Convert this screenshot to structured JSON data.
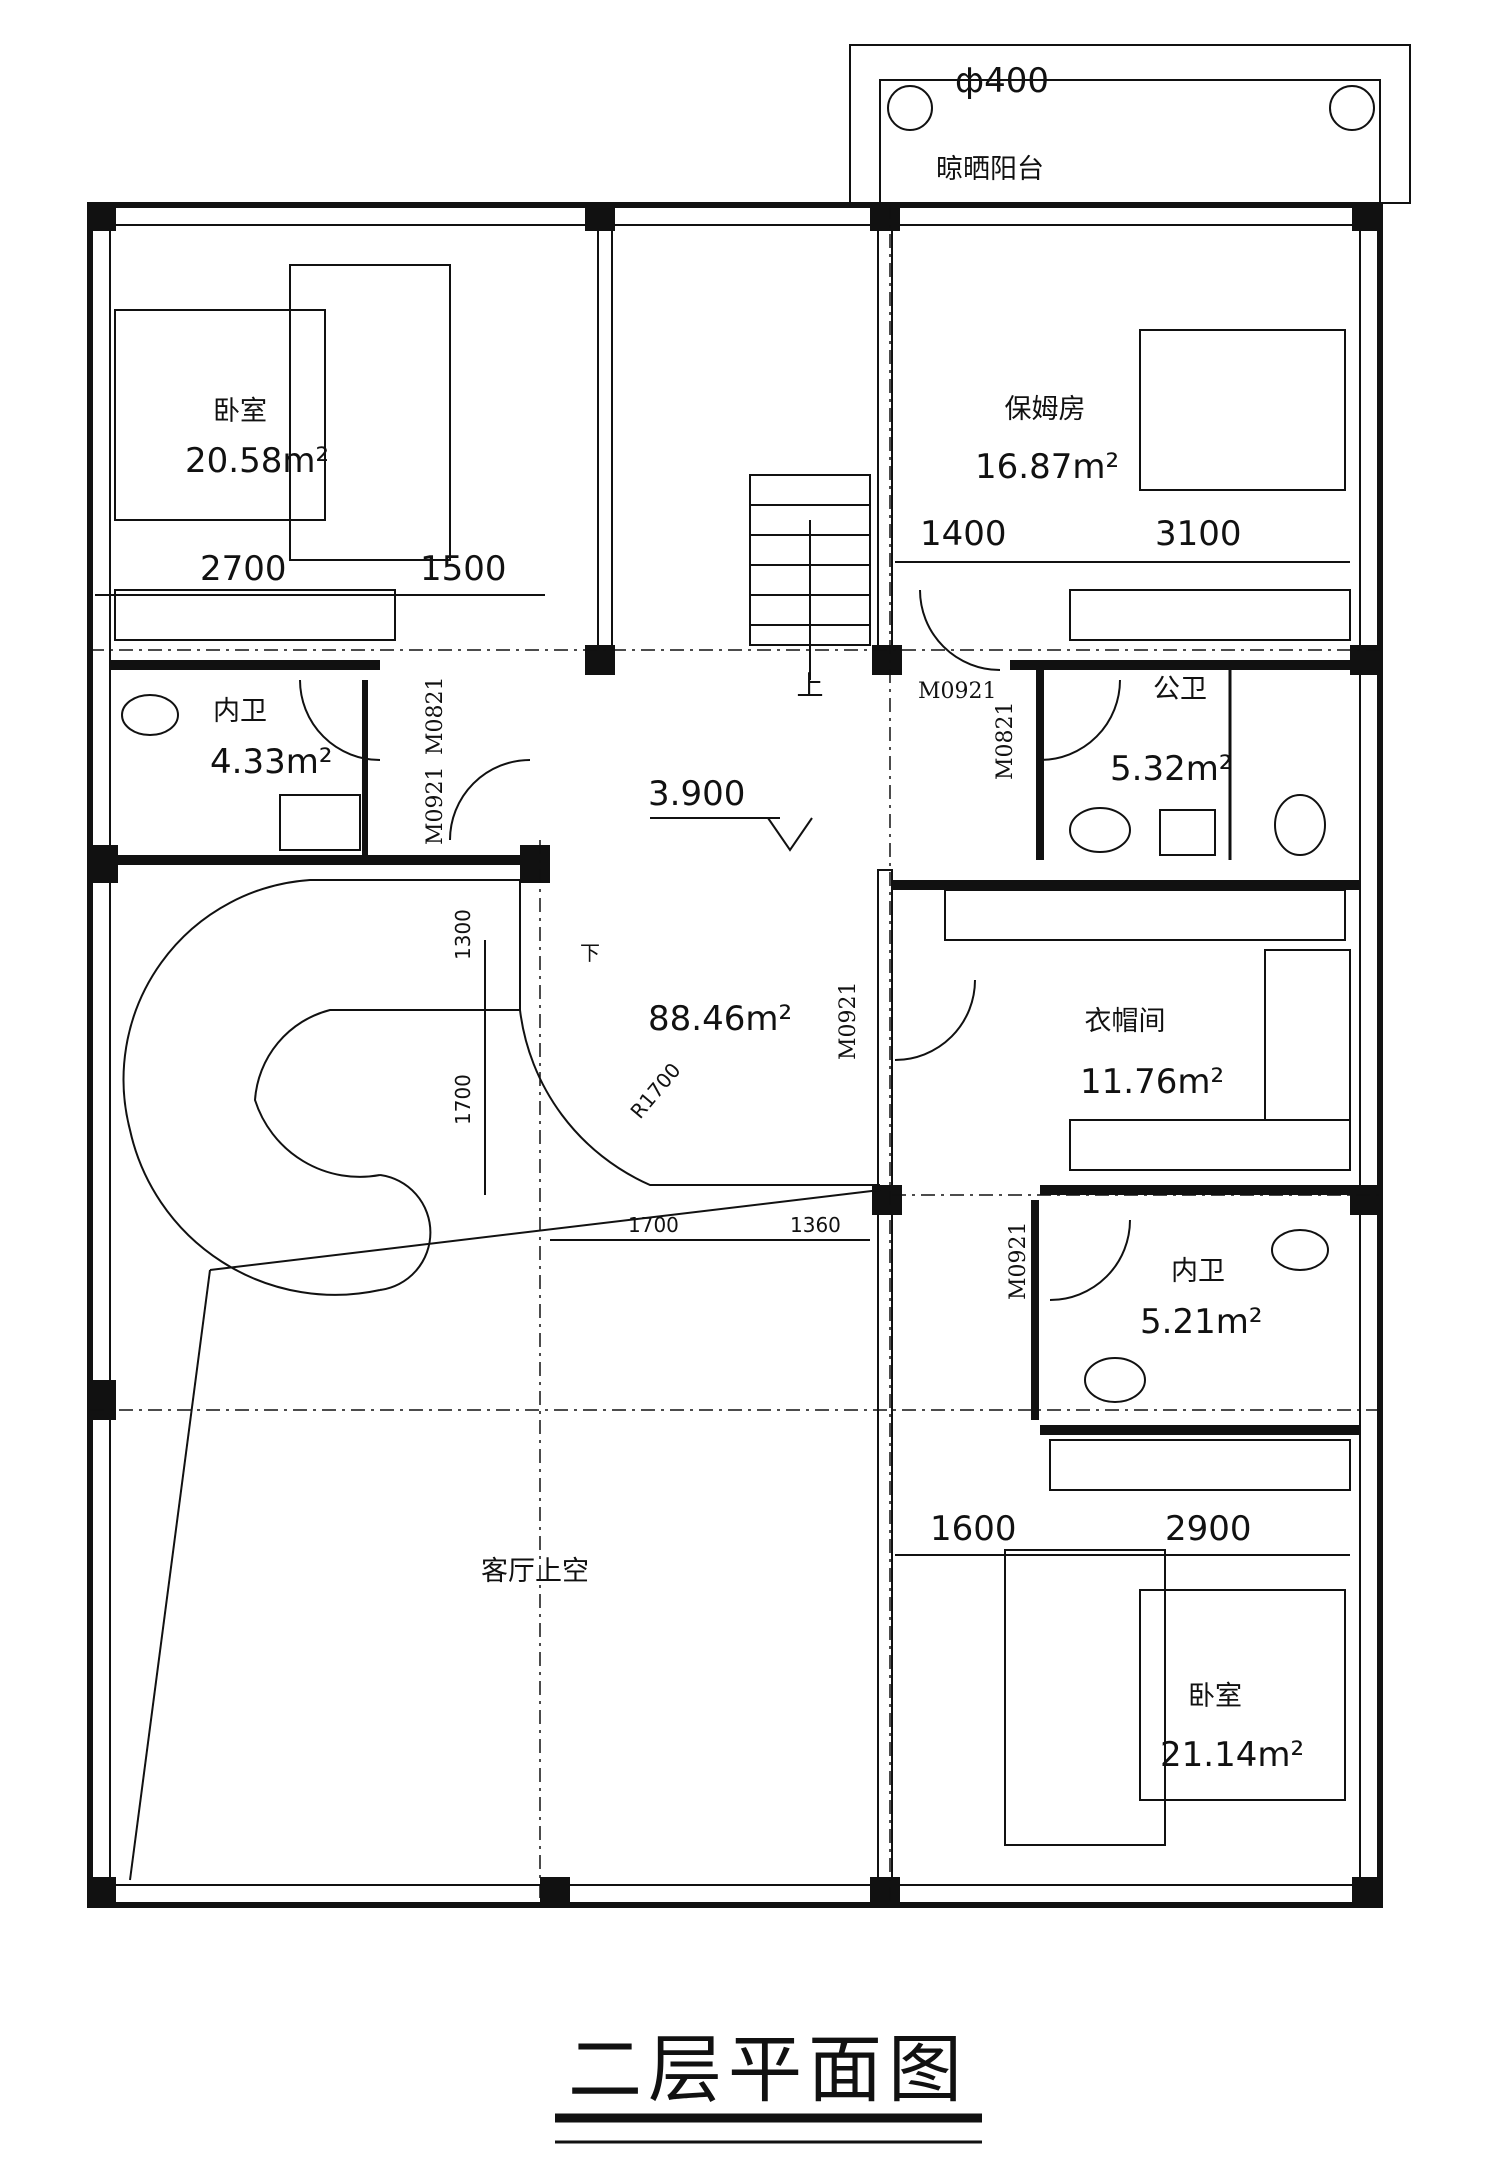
{
  "title": "二层平面图",
  "rooms": [
    {
      "name": "卧室",
      "area": "20.58m²"
    },
    {
      "name": "内卫",
      "area": "4.33m²"
    },
    {
      "name": "保姆房",
      "area": "16.87m²"
    },
    {
      "name": "公卫",
      "area": "5.32m²"
    },
    {
      "name": "衣帽间",
      "area": "11.76m²"
    },
    {
      "name": "内卫",
      "area": "5.21m²"
    },
    {
      "name": "卧室",
      "area": "21.14m²"
    },
    {
      "name": "晾晒阳台"
    },
    {
      "name": "客厅上空"
    }
  ],
  "hall": {
    "level": "3.900",
    "area": "88.46m²"
  },
  "stair_marks": {
    "up": "上",
    "down": "下"
  },
  "dimensions": [
    "2700",
    "1500",
    "1400",
    "3100",
    "1600",
    "2900",
    "1700",
    "1360",
    "1300",
    "1700",
    "R1700",
    "ф400"
  ],
  "doors": [
    "M0821",
    "M0921",
    "M0921",
    "M0821",
    "M0921",
    "M0921"
  ]
}
